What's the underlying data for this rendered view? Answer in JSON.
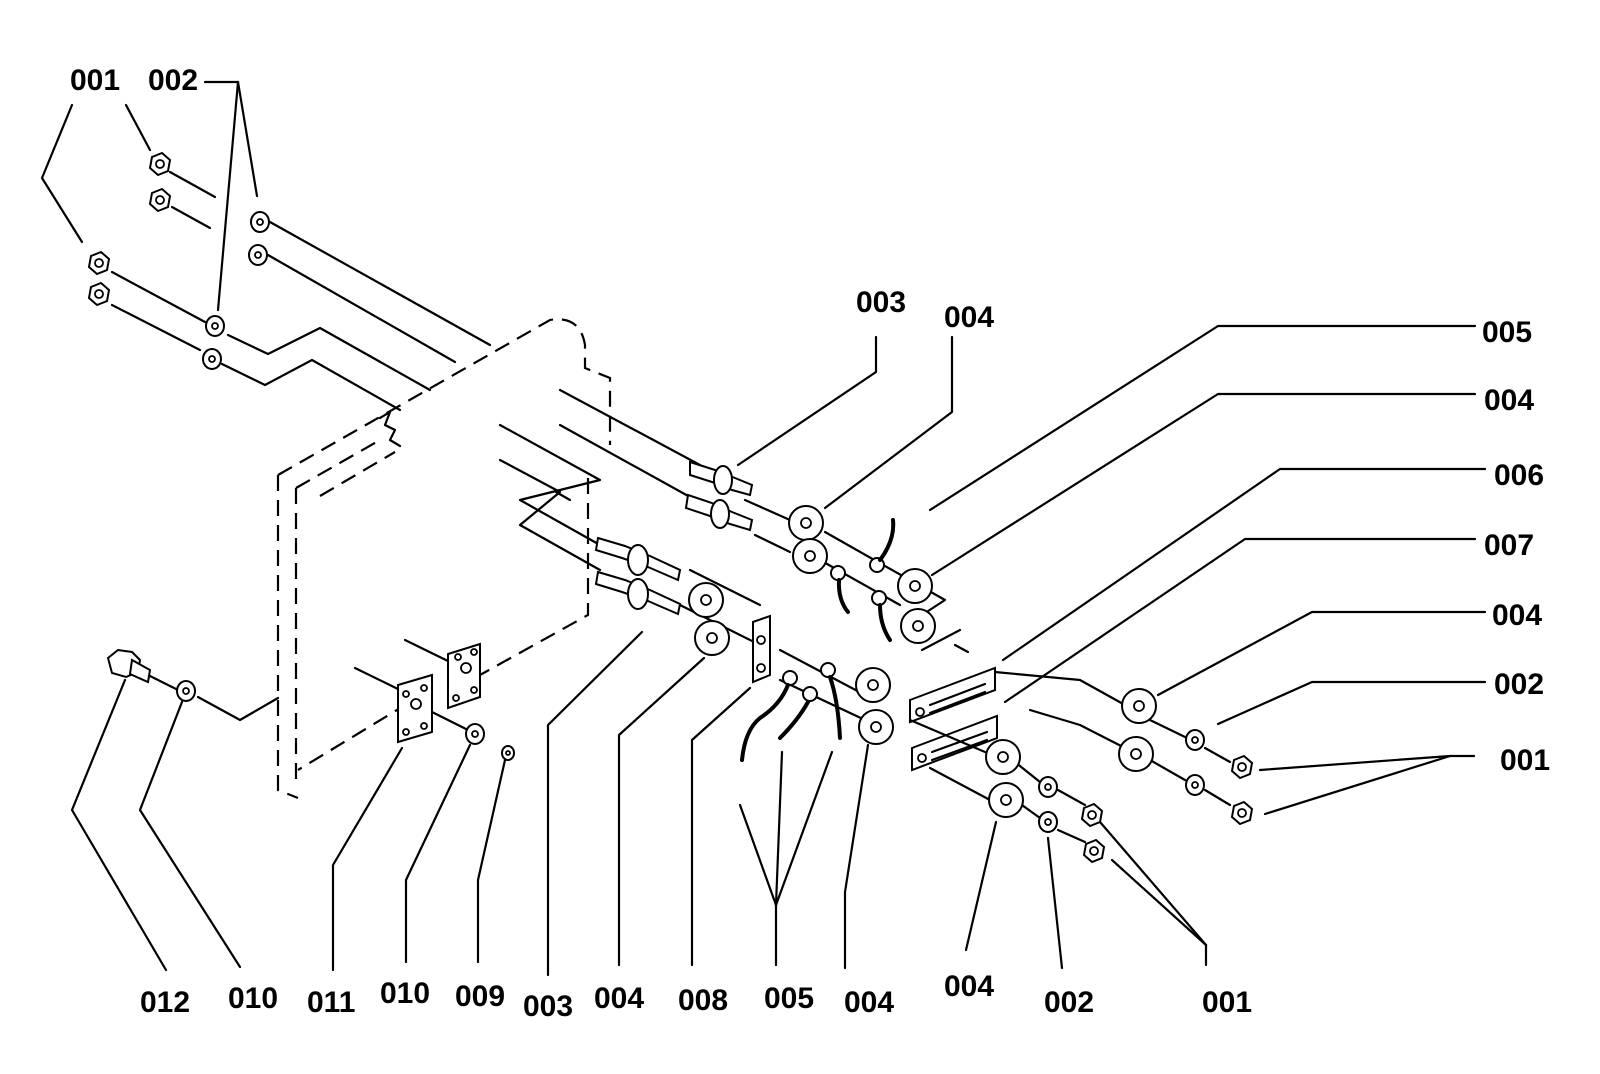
{
  "labels": {
    "tl_001": "001",
    "tl_002": "002",
    "t_003": "003",
    "t_004": "004",
    "r_005": "005",
    "r_004a": "004",
    "r_006": "006",
    "r_007": "007",
    "r_004b": "004",
    "r_002": "002",
    "r_001": "001",
    "b_012": "012",
    "b_010a": "010",
    "b_011": "011",
    "b_010b": "010",
    "b_009": "009",
    "b_003": "003",
    "b_004a": "004",
    "b_008": "008",
    "b_005": "005",
    "b_004b": "004",
    "b_004c": "004",
    "b_002": "002",
    "b_001": "001"
  }
}
